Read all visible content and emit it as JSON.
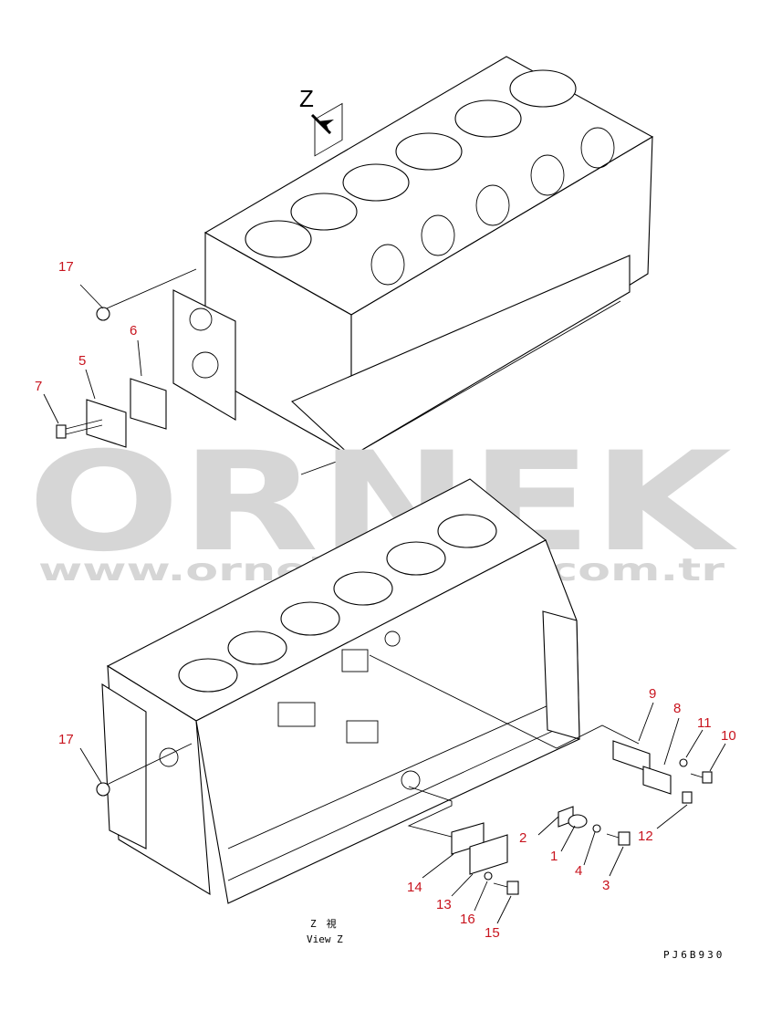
{
  "view_marker": "Z",
  "callouts": [
    {
      "id": "17a",
      "text": "17"
    },
    {
      "id": "6",
      "text": "6"
    },
    {
      "id": "5",
      "text": "5"
    },
    {
      "id": "7",
      "text": "7"
    },
    {
      "id": "9",
      "text": "9"
    },
    {
      "id": "8",
      "text": "8"
    },
    {
      "id": "11",
      "text": "11"
    },
    {
      "id": "10",
      "text": "10"
    },
    {
      "id": "17b",
      "text": "17"
    },
    {
      "id": "2",
      "text": "2"
    },
    {
      "id": "1",
      "text": "1"
    },
    {
      "id": "4",
      "text": "4"
    },
    {
      "id": "3",
      "text": "3"
    },
    {
      "id": "12",
      "text": "12"
    },
    {
      "id": "14",
      "text": "14"
    },
    {
      "id": "13",
      "text": "13"
    },
    {
      "id": "16",
      "text": "16"
    },
    {
      "id": "15",
      "text": "15"
    }
  ],
  "caption_jp": "Z　視",
  "caption_en": "View Z",
  "drawing_code": "PJ6B930",
  "watermark": {
    "brand": "ORNEK",
    "url": "www.ornekikinciel.com.tr"
  }
}
